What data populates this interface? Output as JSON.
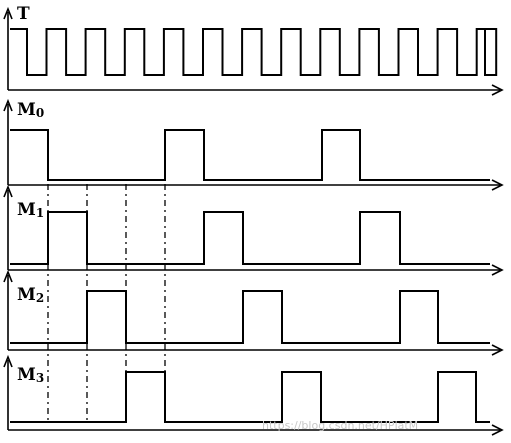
{
  "signals": [
    {
      "id": "T",
      "name": "T",
      "sub": ""
    },
    {
      "id": "M0",
      "name": "M",
      "sub": "0"
    },
    {
      "id": "M1",
      "name": "M",
      "sub": "1"
    },
    {
      "id": "M2",
      "name": "M",
      "sub": "2"
    },
    {
      "id": "M3",
      "name": "M",
      "sub": "3"
    }
  ],
  "watermark": "https://blog.csdn.net/HPlatM"
}
